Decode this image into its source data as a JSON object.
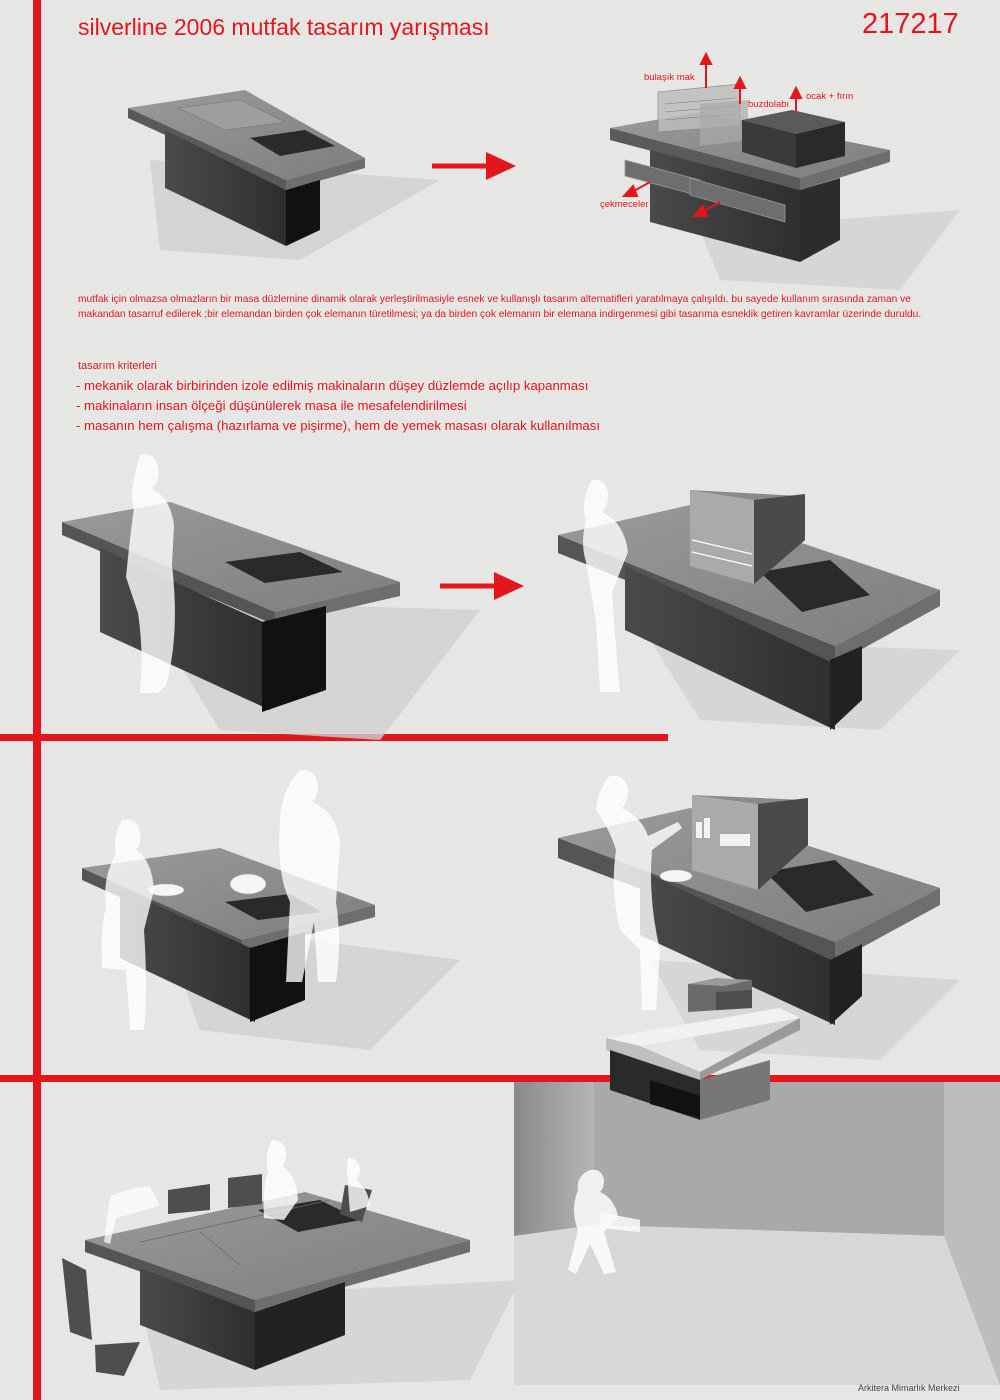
{
  "poster": {
    "title": "silverline 2006 mutfak tasarım yarışması",
    "code": "217217",
    "labels": {
      "dishwasher": "bulaşık mak",
      "fridge": "buzdolabı",
      "stove": "ocak + fırın",
      "drawers": "çekmeceler"
    },
    "description": "mutfak için olmazsa olmazların bir masa düzlemine dinamik olarak yerleştirilmasiyle esnek ve kullanışlı tasarım alternatifleri yaratılmaya çalışıldı. bu sayede kullanım sırasında zaman ve makandan tasarruf edilerek ;bir elemandan birden çok elemanın türetilmesi; ya da birden çok elemanın bir elemana indirgenmesi gibi tasarıma esneklik getiren kavramlar üzerinde duruldu.",
    "criteria_title": "tasarım kriterleri",
    "criteria": [
      "- mekanik olarak birbirinden izole edilmiş makinaların düşey düzlemde açılıp kapanması",
      "- makinaların insan ölçeği düşünülerek masa ile mesafelendirilmesi",
      "- masanın hem çalışma (hazırlama ve pişirme), hem de yemek masası olarak kullanılması"
    ],
    "credit": "Arkitera Mimarlık Merkezi"
  },
  "colors": {
    "accent_red": "#e3161b",
    "background": "#e6e6e5",
    "table_top": "#8c8c8c",
    "table_body": "#3a3a3a"
  }
}
